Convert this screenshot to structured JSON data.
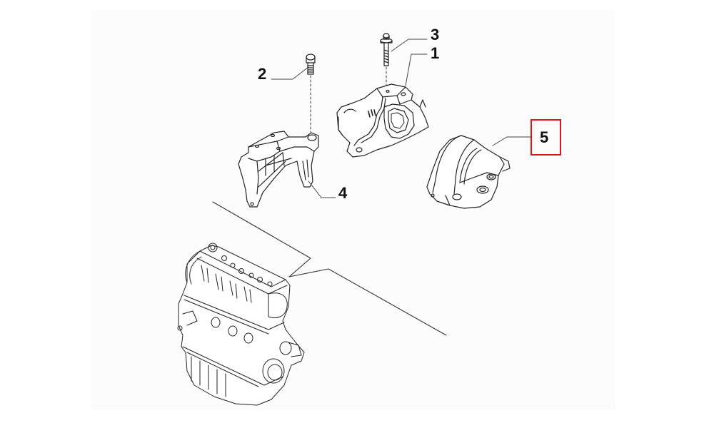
{
  "diagram": {
    "type": "exploded-parts-diagram",
    "subject": "engine mounts",
    "highlight_color": "#e0141e",
    "line_color": "#222222",
    "callouts": [
      {
        "id": "1",
        "label": "1",
        "part": "engine mount (upper, right)"
      },
      {
        "id": "2",
        "label": "2",
        "part": "bolt"
      },
      {
        "id": "3",
        "label": "3",
        "part": "flanged bolt"
      },
      {
        "id": "4",
        "label": "4",
        "part": "mount bracket"
      },
      {
        "id": "5",
        "label": "5",
        "part": "engine mount (rubber, highlighted)",
        "highlighted": true
      }
    ],
    "assembly": "engine block"
  }
}
